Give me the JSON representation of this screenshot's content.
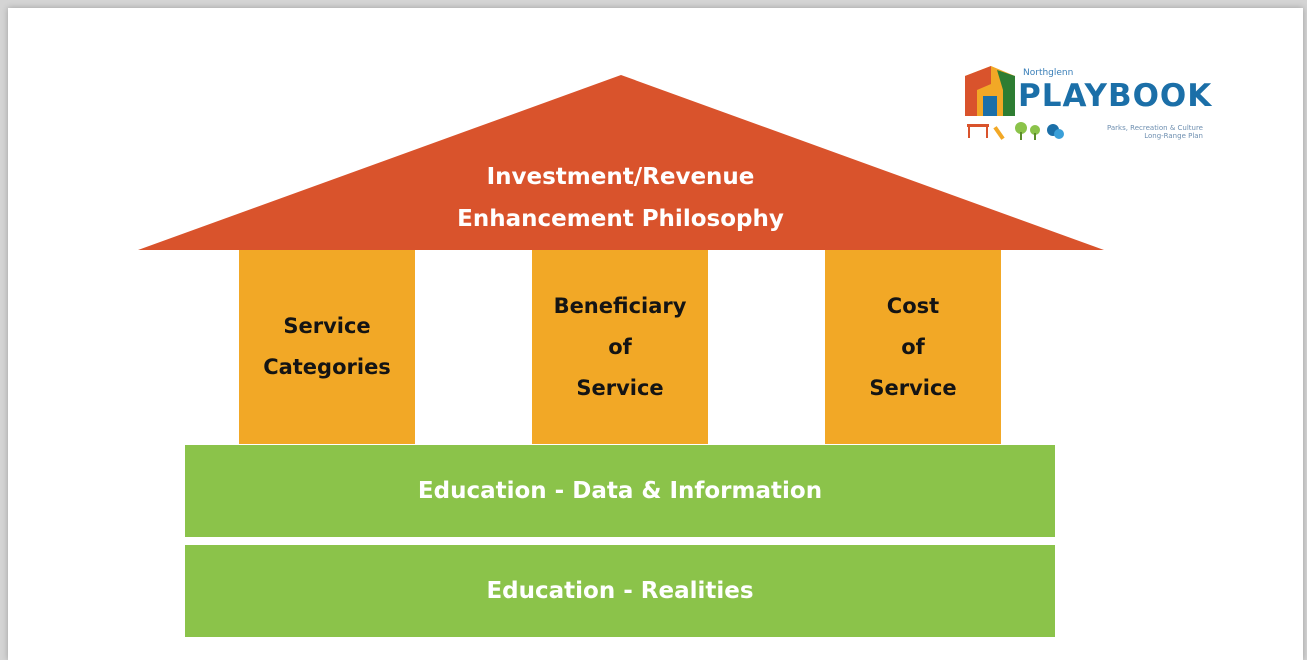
{
  "roof": {
    "line1": "Investment/Revenue",
    "line2": "Enhancement Philosophy"
  },
  "pillars": [
    {
      "line1": "Service",
      "line2": "Categories"
    },
    {
      "line1": "Beneficiary",
      "line2": "of",
      "line3": "Service"
    },
    {
      "line1": "Cost",
      "line2": "of",
      "line3": "Service"
    }
  ],
  "bands": {
    "upper": "Education - Data & Information",
    "lower": "Education - Realities"
  },
  "logo": {
    "small": "Northglenn",
    "word": "PLAYBOOK",
    "sub1": "Parks, Recreation & Culture",
    "sub2": "Long-Range Plan"
  },
  "colors": {
    "roof": "#d9532c",
    "pillar": "#f2a826",
    "band": "#8bc34a",
    "text_light": "#ffffff",
    "text_dark": "#141414"
  }
}
